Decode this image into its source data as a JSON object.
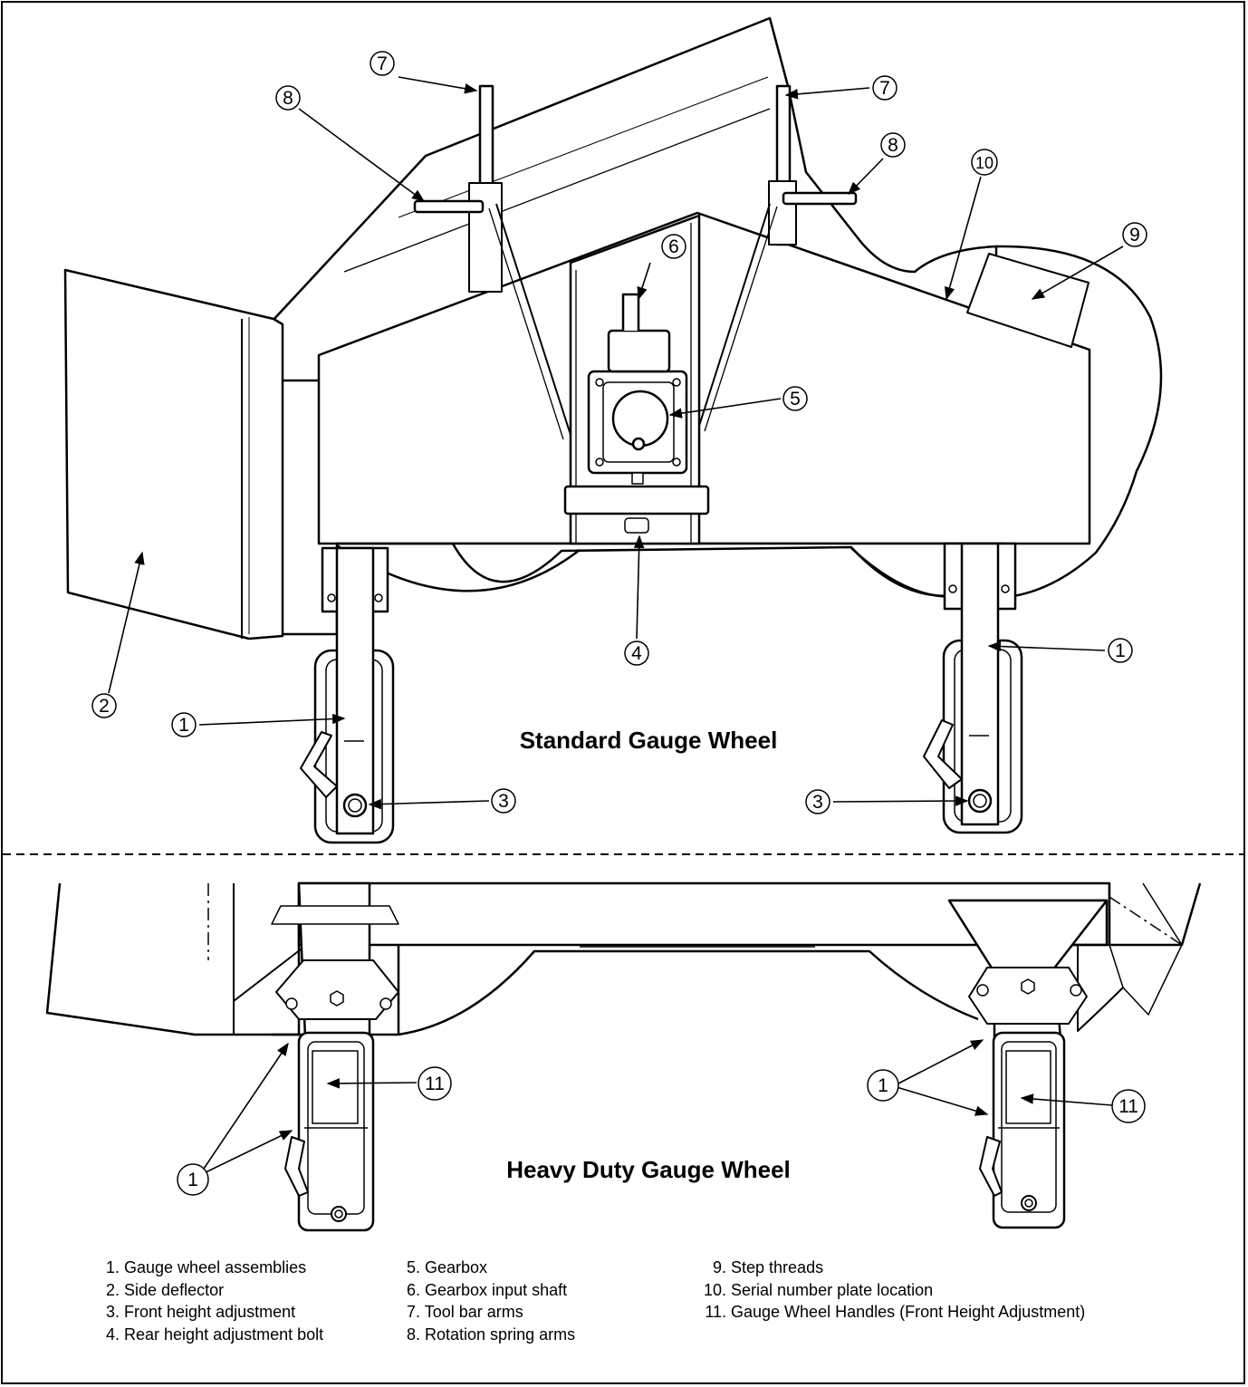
{
  "sections": {
    "standard_title": "Standard Gauge Wheel",
    "heavy_duty_title": "Heavy Duty Gauge Wheel"
  },
  "callouts": {
    "c1a": "1",
    "c1b": "1",
    "c1c": "1",
    "c1d": "1",
    "c2": "2",
    "c3a": "3",
    "c3b": "3",
    "c4": "4",
    "c5": "5",
    "c6": "6",
    "c7a": "7",
    "c7b": "7",
    "c8a": "8",
    "c8b": "8",
    "c9": "9",
    "c10": "10",
    "c11a": "11",
    "c11b": "11"
  },
  "legend": {
    "columns": [
      [
        {
          "num": "1.",
          "text": "Gauge wheel assemblies"
        },
        {
          "num": "2.",
          "text": "Side deflector"
        },
        {
          "num": "3.",
          "text": "Front height adjustment"
        },
        {
          "num": "4.",
          "text": "Rear height adjustment bolt"
        }
      ],
      [
        {
          "num": "5.",
          "text": "Gearbox"
        },
        {
          "num": "6.",
          "text": "Gearbox input shaft"
        },
        {
          "num": "7.",
          "text": "Tool bar arms"
        },
        {
          "num": "8.",
          "text": "Rotation spring arms"
        }
      ],
      [
        {
          "num": "9.",
          "text": "Step threads"
        },
        {
          "num": "10.",
          "text": "Serial number plate location"
        },
        {
          "num": "11.",
          "text": "Gauge Wheel Handles (Front Height Adjustment)"
        }
      ]
    ]
  }
}
